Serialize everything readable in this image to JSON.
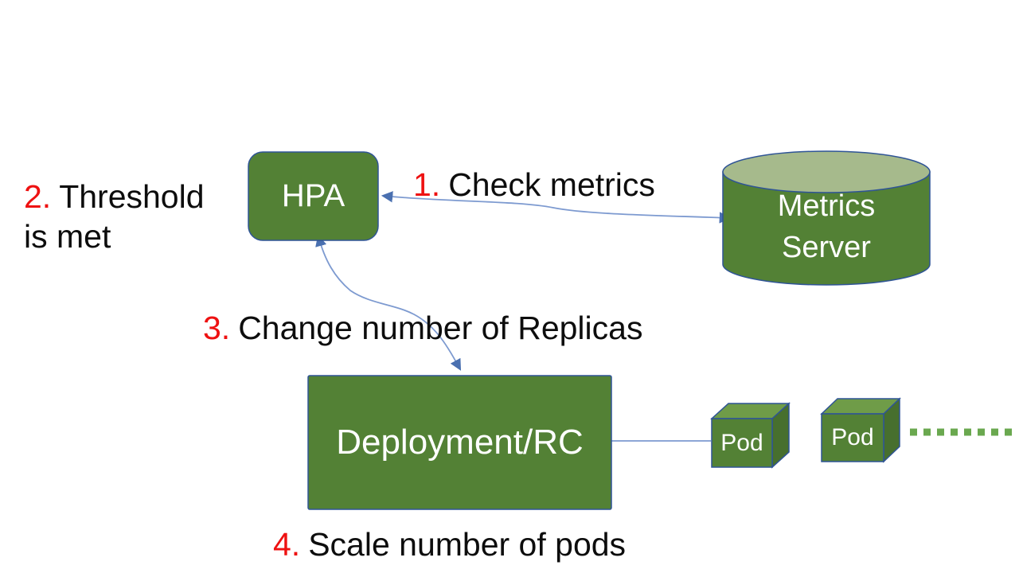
{
  "colors": {
    "node_green": "#538135",
    "cylinder_top_green": "#a6ba8c",
    "cube_top_green": "#6f9c48",
    "cube_side_green": "#476f2e",
    "outline_blue": "#2f5496",
    "connector_blue": "#7d9ad0",
    "arrowhead_blue": "#4a70b0",
    "step_number_red": "#ee1111",
    "dotted_green": "#6aa84f",
    "text_black": "#0d0d0d"
  },
  "nodes": {
    "hpa": {
      "label": "HPA"
    },
    "metrics_server": {
      "line1": "Metrics",
      "line2": "Server"
    },
    "deployment": {
      "label": "Deployment/RC"
    },
    "pod1": {
      "label": "Pod"
    },
    "pod2": {
      "label": "Pod"
    }
  },
  "steps": [
    {
      "number": "1.",
      "text": "Check metrics"
    },
    {
      "number": "2.",
      "text": "Threshold is met"
    },
    {
      "number": "3.",
      "text": "Change number of Replicas"
    },
    {
      "number": "4.",
      "text": "Scale number of pods"
    }
  ]
}
